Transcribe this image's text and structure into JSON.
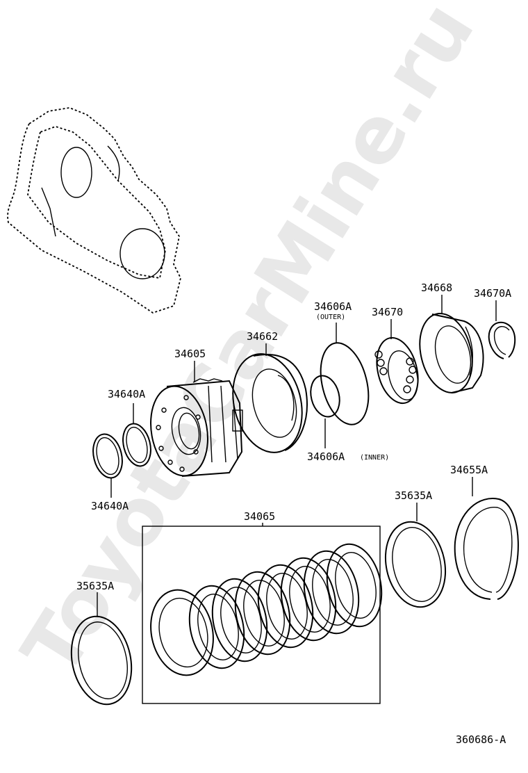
{
  "watermark": "ToyotaCarMine.ru",
  "drawing_number": "360686-A",
  "parts": {
    "p34605": "34605",
    "p34662": "34662",
    "p34606A_outer": "34606A",
    "outer_note": "(OUTER)",
    "p34606A_inner": "34606A",
    "inner_note": "(INNER)",
    "p34670": "34670",
    "p34668": "34668",
    "p34670A": "34670A",
    "p34640A_top": "34640A",
    "p34640A_bottom": "34640A",
    "p34655A": "34655A",
    "p35635A_right": "35635A",
    "p34065": "34065",
    "p35635A_left": "35635A"
  },
  "icons": {
    "housing": "transmission-case-outline-icon",
    "clutch": "clutch-disc-pack-icon",
    "drum": "clutch-drum-icon",
    "ring": "snap-ring-icon"
  }
}
